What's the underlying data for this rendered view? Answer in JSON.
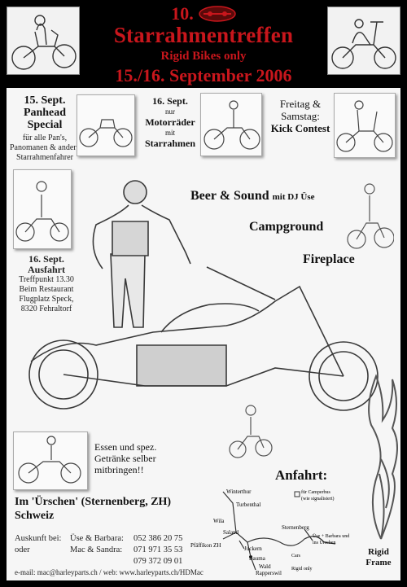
{
  "header": {
    "edition": "10.",
    "title": "Starrahmentreffen",
    "subtitle": "Rigid Bikes only",
    "date": "15./16. September 2006"
  },
  "panhead": {
    "date": "15. Sept.",
    "line1": "Panhead",
    "line2": "Special",
    "note1": "für alle Pan's,",
    "note2": "Panomanen & andere",
    "note3": "Starrahmenfahrer"
  },
  "motorraeder": {
    "date": "16. Sept.",
    "line1": "nur",
    "line2": "Motorräder",
    "line3": "mit",
    "line4": "Starrahmen"
  },
  "kick": {
    "line1": "Freitag &",
    "line2": "Samstag:",
    "line3": "Kick Contest"
  },
  "features": {
    "beer": "Beer & Sound",
    "dj": "mit DJ Üse",
    "campground": "Campground",
    "fireplace": "Fireplace"
  },
  "ausfahrt": {
    "date": "16. Sept.",
    "title": "Ausfahrt",
    "line1": "Treffpunkt 13.30",
    "line2": "Beim Restaurant",
    "line3": "Flugplatz Speck,",
    "line4": "8320 Fehraltorf"
  },
  "essen": {
    "line1": "Essen und spez.",
    "line2": "Getränke selber",
    "line3": "mitbringen!!"
  },
  "location": {
    "line1": "Im 'Ürschen' (Sternenberg, ZH)",
    "line2": "Schweiz"
  },
  "anfahrt": {
    "title": "Anfahrt:",
    "places": {
      "winterthur": "Winterthur",
      "turbenthal": "Turbenthal",
      "wila": "Wila",
      "saland": "Saland",
      "pfaeffikon": "Pfäffikon ZH",
      "juckern": "Juckern",
      "bauma": "Bauma",
      "wald": "Wald",
      "sternenberg": "Sternenberg",
      "rapperswil": "Rapperswil"
    },
    "parking": "für Camperbus",
    "parking_note": "(wie signalisiert)",
    "rigid_only": "Rigid only",
    "cars": "Cars",
    "bar_note": "Üse + Barbara und",
    "bar_note2": "ins Ürschen"
  },
  "contact": {
    "label1": "Auskunft bei:",
    "label2": "oder",
    "name1": "Üse & Barbara:",
    "name2": "Mac & Sandra:",
    "phone1": "052 386 20 75",
    "phone2": "071 971 35 53",
    "phone3": "079 372 09 01"
  },
  "footer": {
    "email_label": "e-mail:",
    "email": "mac@harleyparts.ch",
    "web_label": "/ web:",
    "web": "www.harleyparts.ch/HDMac"
  },
  "frame_logo": {
    "line1": "Rigid",
    "line2": "Frame"
  },
  "colors": {
    "title_red": "#c8161c",
    "background": "#000000",
    "poster": "#f6f6f6"
  }
}
